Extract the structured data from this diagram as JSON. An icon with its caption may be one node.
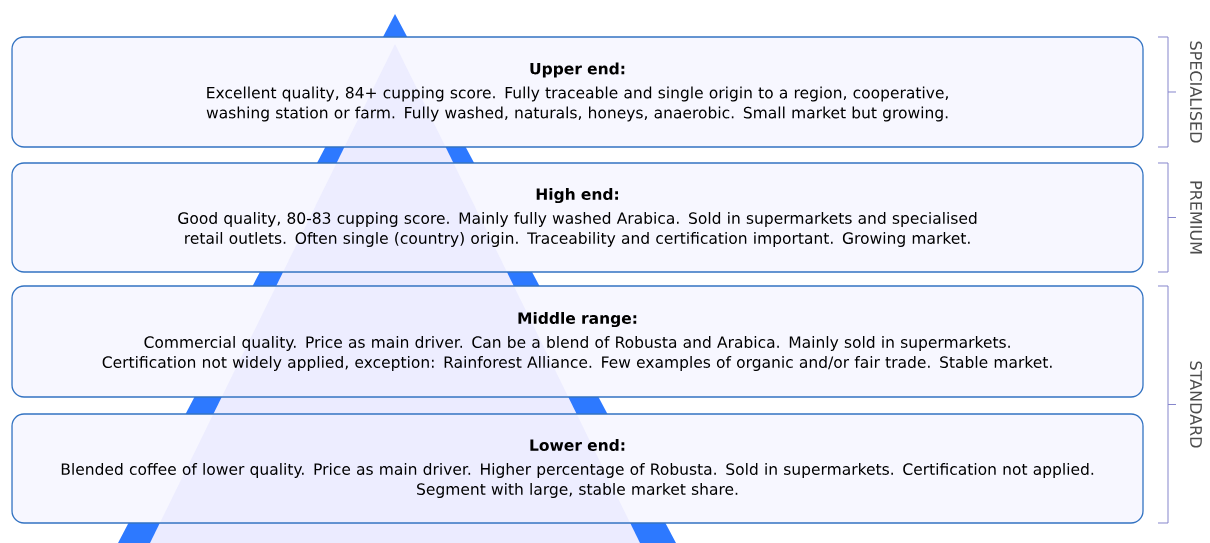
{
  "diagram": {
    "nodes": [
      {
        "text": [
          "Upper end:",
          "Excellent quality, 84+ cupping score. Fully traceable and single origin to a region, cooperative, washing station or farm. Fully washed, naturals, honeys, anaerobic. Small market but growing."
        ]
      },
      {
        "text": [
          "High end:",
          "Good quality, 80-83 cupping score. Mainly fully washed Arabica. Sold in supermarkets and specialised retail outlets. Often single (country) origin. Traceability and certification important. Growing market."
        ]
      },
      {
        "text": [
          "Middle range:",
          "Commercial quality. Price as main driver. Can be a blend of Robusta and Arabica. Mainly sold in supermarkets. Certification not widely applied, exception: Rainforest Alliance. Few examples of organic and/or fair trade. Stable market."
        ]
      },
      {
        "text": [
          "Lower end:",
          "Blended coffee of lower quality. Price as main driver. Higher percentage of Robusta. Sold in supermarkets. Certification not applied. Segment with large, stable market share."
        ]
      }
    ],
    "labels": [
      "SPECIALISED",
      "PREMIUM",
      "STANDARD"
    ]
  }
}
